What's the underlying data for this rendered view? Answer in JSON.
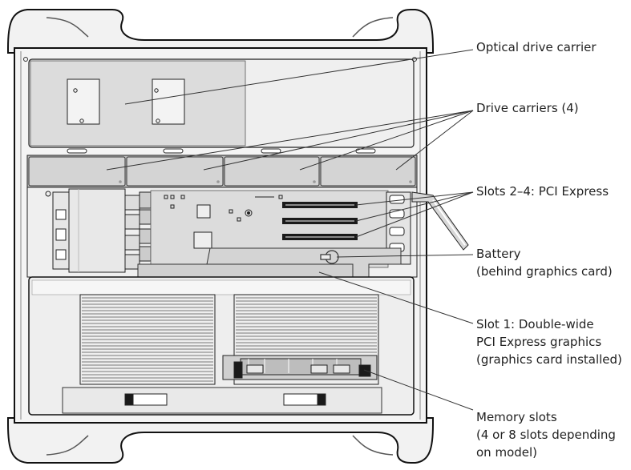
{
  "callouts": {
    "optical_drive": [
      "Optical drive carrier"
    ],
    "drive_carriers": [
      "Drive carriers (4)"
    ],
    "pci_slots": [
      "Slots 2–4: PCI Express"
    ],
    "battery": [
      "Battery",
      "(behind graphics card)"
    ],
    "slot1": [
      "Slot 1: Double-wide",
      "PCI Express graphics",
      "(graphics card installed)"
    ],
    "memory": [
      "Memory slots",
      "(4 or 8 slots depending",
      "on model)"
    ]
  },
  "colors": {
    "case_outline": "#111111",
    "case_fill": "#f2f2f2",
    "bay_fill": "#dcdcdc",
    "board_fill": "#d8d8d8",
    "dark_slot": "#1a1a1a",
    "leader": "#333333"
  }
}
